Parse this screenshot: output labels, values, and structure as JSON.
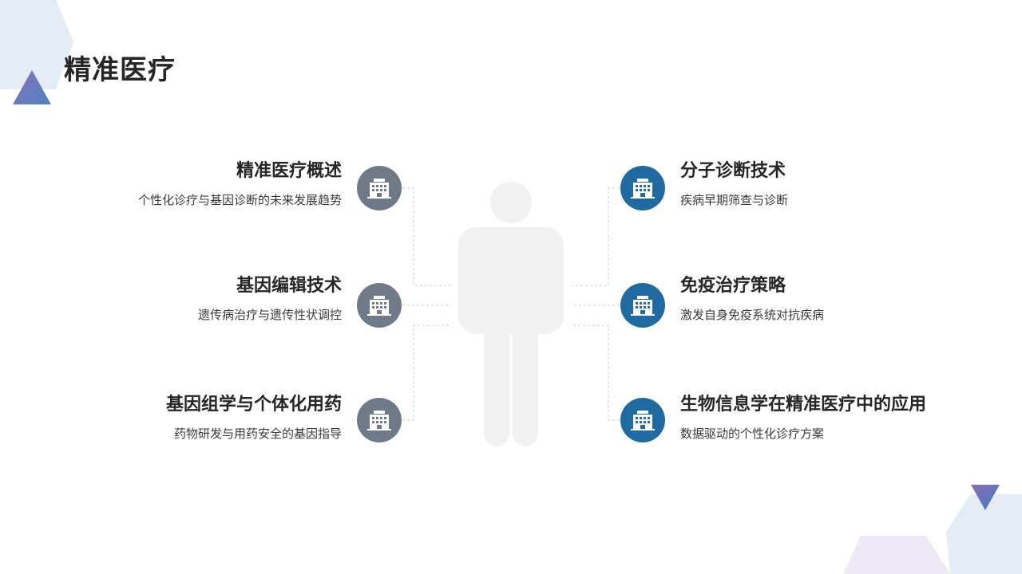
{
  "slide": {
    "title": "精准医疗",
    "colors": {
      "grey": "#6f7a89",
      "blue": "#1e6aa1",
      "figure": "#f2f2f2"
    },
    "left_items": [
      {
        "title": "精准医疗概述",
        "desc": "个性化诊疗与基因诊断的未来发展趋势",
        "icon": "building-icon"
      },
      {
        "title": "基因编辑技术",
        "desc": "遗传病治疗与遗传性状调控",
        "icon": "building-icon"
      },
      {
        "title": "基因组学与个体化用药",
        "desc": "药物研发与用药安全的基因指导",
        "icon": "building-icon"
      }
    ],
    "right_items": [
      {
        "title": "分子诊断技术",
        "desc": "疾病早期筛查与诊断",
        "icon": "building-icon"
      },
      {
        "title": "免疫治疗策略",
        "desc": "激发自身免疫系统对抗疾病",
        "icon": "building-icon"
      },
      {
        "title": "生物信息学在精准医疗中的应用",
        "desc": "数据驱动的个性化诊疗方案",
        "icon": "building-icon"
      }
    ]
  }
}
